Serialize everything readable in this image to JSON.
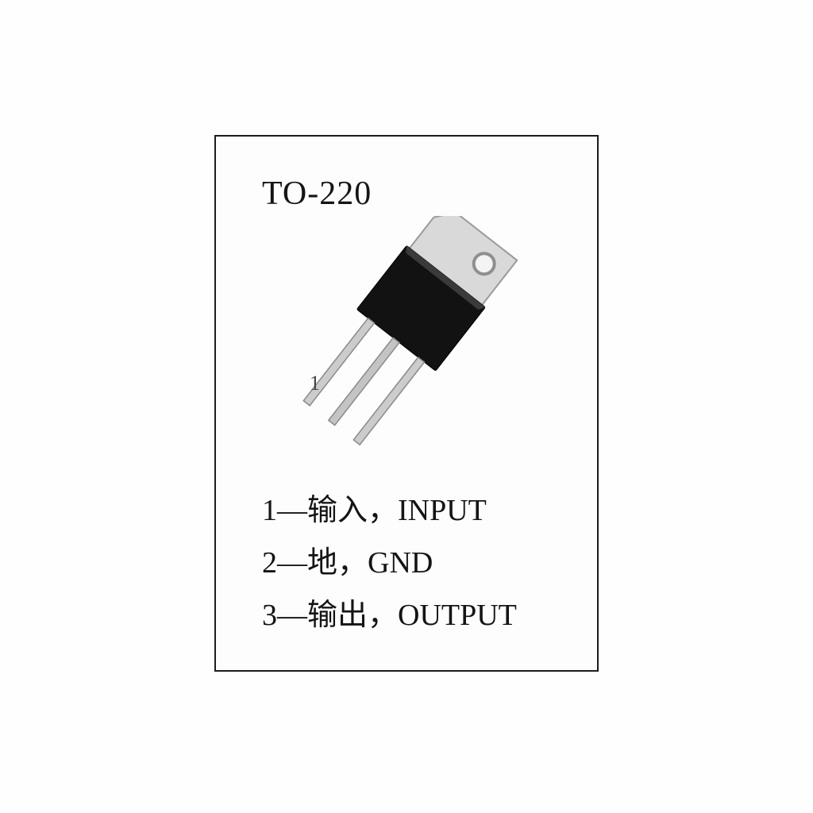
{
  "diagram": {
    "package_label": "TO-220",
    "lead_callout": "1",
    "pins": [
      {
        "number": "1",
        "name_cn": "输入",
        "name_en": "INPUT",
        "label": "1—输入，INPUT"
      },
      {
        "number": "2",
        "name_cn": "地",
        "name_en": "GND",
        "label": "2—地，GND"
      },
      {
        "number": "3",
        "name_cn": "输出",
        "name_en": "OUTPUT",
        "label": "3—输出，OUTPUT"
      }
    ],
    "drawing": {
      "body_color": "#121212",
      "body_highlight_color": "#3a3a3a",
      "tab_color": "#d9d9d9",
      "tab_edge_color": "#9a9a9a",
      "hole_fill_color": "#f4f4f4",
      "lead_color": "#cccccc",
      "lead_edge_color": "#8a8a8a",
      "frame_border_color": "#1c1c1c"
    }
  }
}
